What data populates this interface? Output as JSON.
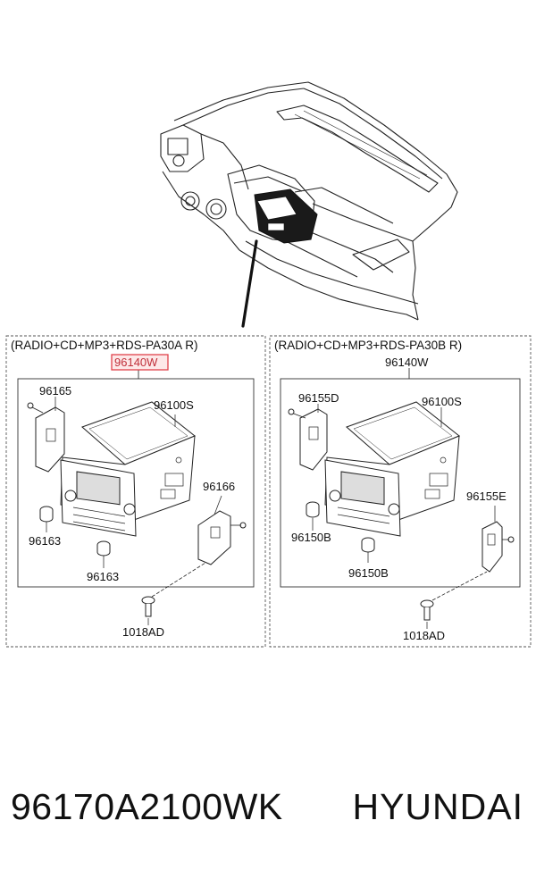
{
  "left_panel": {
    "header": "(RADIO+CD+MP3+RDS-PA30A R)",
    "assembly": "96140W",
    "parts": {
      "bracket_left": "96165",
      "unit": "96100S",
      "bracket_right": "96166",
      "knob_upper": "96163",
      "knob_lower": "96163",
      "screw": "1018AD"
    }
  },
  "right_panel": {
    "header": "(RADIO+CD+MP3+RDS-PA30B R)",
    "assembly": "96140W",
    "parts": {
      "bracket_left": "96155D",
      "unit": "96100S",
      "bracket_right": "96155E",
      "knob_upper": "96150B",
      "knob_lower": "96150B",
      "screw": "1018AD"
    }
  },
  "footer": {
    "part_number": "96170A2100WK",
    "brand": "HYUNDAI"
  },
  "colors": {
    "highlight": "#e0424a",
    "line": "#222222"
  }
}
